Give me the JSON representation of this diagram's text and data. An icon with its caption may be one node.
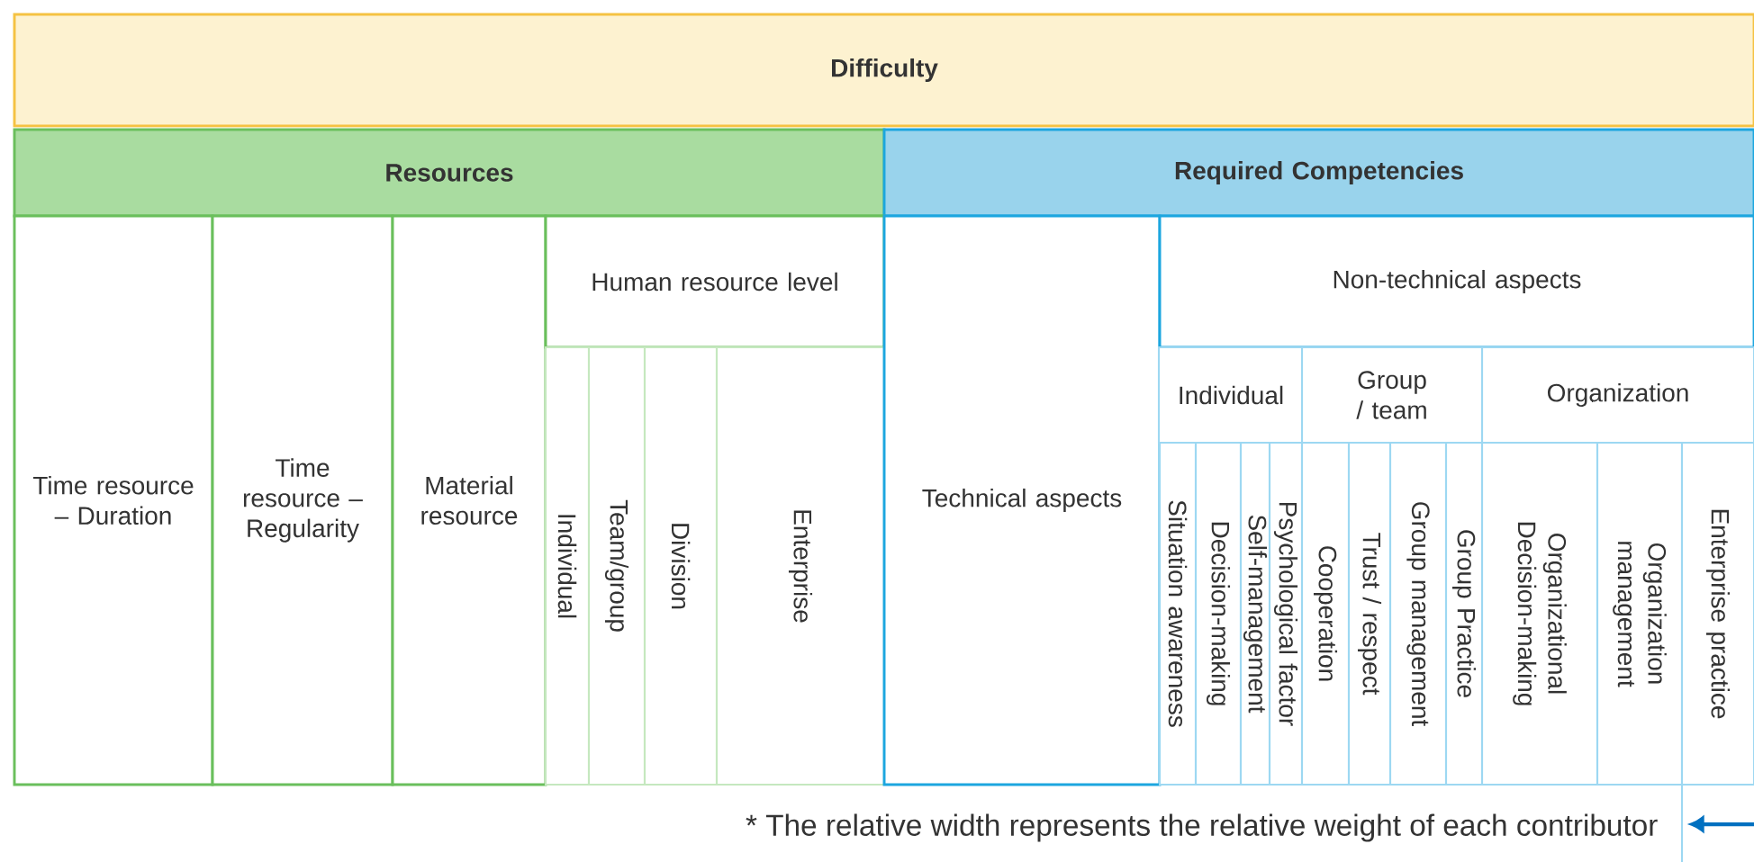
{
  "diagram": {
    "nodes": [
      {
        "text": [
          "Difficulty"
        ]
      },
      {
        "text": [
          "Resources"
        ]
      },
      {
        "text": [
          "Required Competencies"
        ]
      },
      {
        "text": [
          "Time resource – Duration"
        ]
      },
      {
        "text": [
          "Time resource – Regularity"
        ]
      },
      {
        "text": [
          "Material resource"
        ]
      },
      {
        "text": [
          "Human resource level"
        ]
      },
      {
        "text": [
          "Individual"
        ]
      },
      {
        "text": [
          "Team/group"
        ]
      },
      {
        "text": [
          "Division"
        ]
      },
      {
        "text": [
          "Enterprise"
        ]
      },
      {
        "text": [
          "Technical aspects"
        ]
      },
      {
        "text": [
          "Non-technical aspects"
        ]
      },
      {
        "text": [
          "Individual"
        ]
      },
      {
        "text": [
          "Group / team"
        ]
      },
      {
        "text": [
          "Organization"
        ]
      },
      {
        "text": [
          "Situation awareness"
        ]
      },
      {
        "text": [
          "Decision-making"
        ]
      },
      {
        "text": [
          "Self-management"
        ]
      },
      {
        "text": [
          "Psychological factor"
        ]
      },
      {
        "text": [
          "Cooperation"
        ]
      },
      {
        "text": [
          "Trust / respect"
        ]
      },
      {
        "text": [
          "Group management"
        ]
      },
      {
        "text": [
          "Group Practice"
        ]
      },
      {
        "text": [
          "Organizational Decision-making"
        ]
      },
      {
        "text": [
          "Organization management"
        ]
      },
      {
        "text": [
          "Enterprise practice"
        ]
      }
    ],
    "labels": [
      "* The relative width represents the relative weight of each contributor"
    ]
  }
}
